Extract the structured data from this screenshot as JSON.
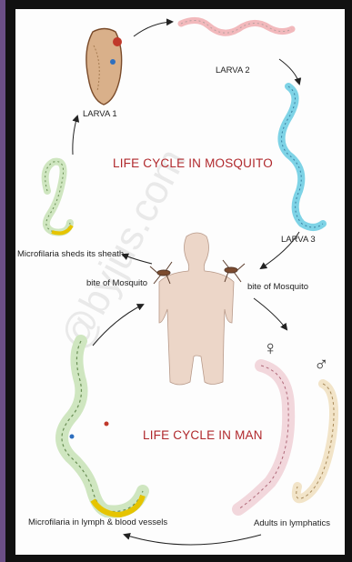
{
  "diagram": {
    "title_mosquito": "LIFE CYCLE IN MOSQUITO",
    "title_man": "LIFE CYCLE IN MAN",
    "labels": {
      "larva1": "LARVA 1",
      "larva2": "LARVA 2",
      "larva3": "LARVA 3",
      "microfilaria_sheath": "Microfilaria sheds its sheath",
      "bite_left": "bite of Mosquito",
      "bite_right": "bite of Mosquito",
      "microfilaria_lymph": "Microfilaria in lymph & blood vessels",
      "adults": "Adults in lymphatics"
    },
    "symbols": {
      "female": "♀",
      "male": "♂"
    },
    "watermark": "@byjus.com",
    "colors": {
      "title_red": "#b0282c",
      "frame": "#111111",
      "border_purple": "#6b4f86",
      "skin": "#ecd6c8",
      "worm_green": "#cfe6c0",
      "larva_cyan": "#7ed3e6",
      "larva_pink": "#f2b9bc"
    }
  }
}
